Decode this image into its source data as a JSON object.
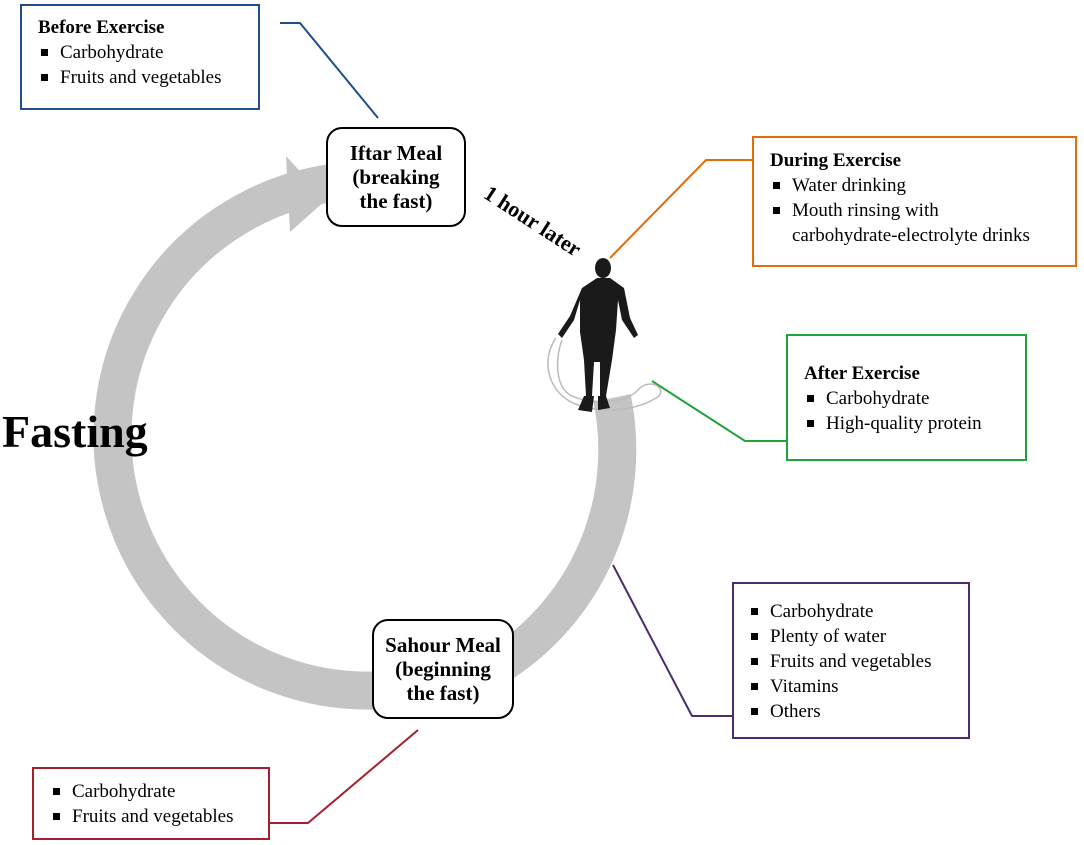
{
  "cycle": {
    "label": "Fasting",
    "transition_label": "1 hour later",
    "arc_color": "#c4c4c4"
  },
  "meals": {
    "iftar": "Iftar Meal\n(breaking\nthe fast)",
    "sahour": "Sahour Meal\n(beginning\nthe fast)"
  },
  "before_exercise": {
    "title": "Before Exercise",
    "items": [
      "Carbohydrate",
      "Fruits and vegetables"
    ],
    "color": "#1f4e8c"
  },
  "during_exercise": {
    "title": "During Exercise",
    "items": [
      "Water drinking",
      "Mouth rinsing with",
      "carbohydrate-electrolyte drinks"
    ],
    "color": "#e26b0a"
  },
  "after_exercise": {
    "title": "After Exercise",
    "items": [
      "Carbohydrate",
      "High-quality protein"
    ],
    "color": "#1fa33a"
  },
  "evening_diet": {
    "items": [
      "Carbohydrate",
      "Plenty of water",
      "Fruits and vegetables",
      "Vitamins",
      "Others"
    ],
    "color": "#4b2c70"
  },
  "sahour_diet": {
    "items": [
      "Carbohydrate",
      "Fruits and vegetables"
    ],
    "color": "#a5202b"
  }
}
